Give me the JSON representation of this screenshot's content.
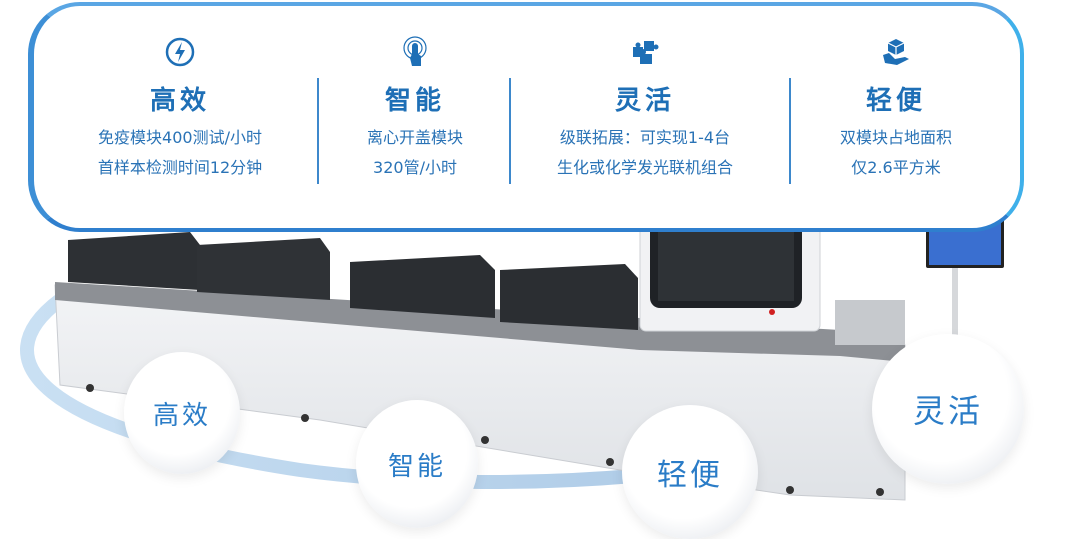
{
  "features": [
    {
      "icon": "lightning-icon",
      "title": "高效",
      "lines": [
        "免疫模块400测试/小时",
        "首样本检测时间12分钟"
      ]
    },
    {
      "icon": "smart-touch-icon",
      "title": "智能",
      "lines": [
        "离心开盖模块",
        "320管/小时"
      ]
    },
    {
      "icon": "puzzle-icon",
      "title": "灵活",
      "lines": [
        "级联拓展：可实现1-4台",
        "生化或化学发光联机组合"
      ]
    },
    {
      "icon": "cube-hand-icon",
      "title": "轻便",
      "lines": [
        "双模块占地面积",
        "仅2.6平方米"
      ]
    }
  ],
  "bubbles": [
    "高效",
    "智能",
    "轻便",
    "灵活"
  ],
  "colors": {
    "accent": "#1e6fb6",
    "border": "#3d8fd6",
    "bubble_text": "#2a7cc7"
  }
}
